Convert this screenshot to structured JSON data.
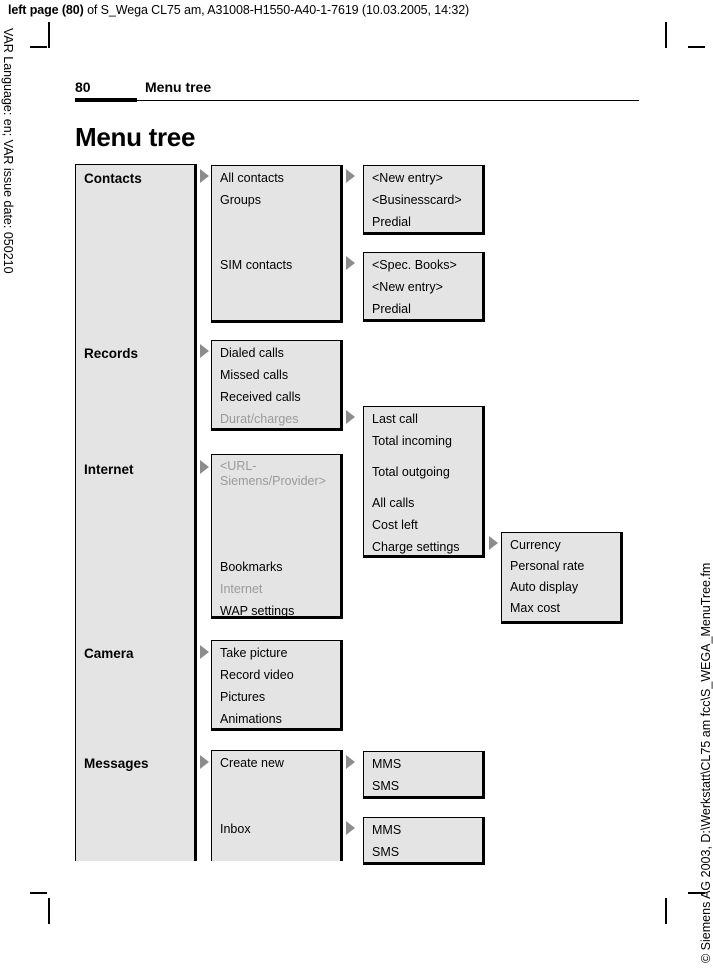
{
  "print_header": {
    "bold_part": "left page (80)",
    "rest": " of S_Wega CL75 am, A31008-H1550-A40-1-7619 (10.03.2005, 14:32)"
  },
  "side_text": {
    "left": "VAR Language: en; VAR issue date: 050210",
    "right": "© Siemens AG 2003, D:\\Werkstatt\\CL75 am fcc\\S_WEGA_MenuTree.fm"
  },
  "running_head": {
    "page_number": "80",
    "chapter": "Menu tree"
  },
  "title": "Menu tree",
  "icons": {
    "submenu_arrow": "triangle-right-icon"
  },
  "menu": {
    "level1": [
      {
        "label": "Contacts"
      },
      {
        "label": "Records"
      },
      {
        "label": "Internet"
      },
      {
        "label": "Camera"
      },
      {
        "label": "Messages"
      }
    ],
    "contacts": {
      "level2": [
        {
          "label": "All contacts",
          "dim": false
        },
        {
          "label": "Groups",
          "dim": false
        },
        {
          "label": "SIM contacts",
          "dim": false
        }
      ],
      "level3_a": [
        "<New entry>",
        "<Businesscard>",
        "Predial"
      ],
      "level3_b": [
        "<Spec. Books>",
        "<New entry>",
        "Predial"
      ]
    },
    "records": {
      "level2": [
        {
          "label": "Dialed calls",
          "dim": false
        },
        {
          "label": "Missed calls",
          "dim": false
        },
        {
          "label": "Received calls",
          "dim": false
        },
        {
          "label": "Durat/charges",
          "dim": true
        }
      ],
      "level3": [
        {
          "label": "Last call",
          "dim": false
        },
        {
          "label": "Total incoming",
          "dim": false
        },
        {
          "label": "Total outgoing",
          "dim": false
        },
        {
          "label": "All calls",
          "dim": false
        },
        {
          "label": "Cost left",
          "dim": false
        },
        {
          "label": "Charge settings",
          "dim": false
        }
      ],
      "level4": [
        "Currency",
        "Personal rate",
        "Auto display",
        "Max cost"
      ]
    },
    "internet": {
      "level2": [
        {
          "label": "<URL-Siemens/Provider>",
          "dim": true
        },
        {
          "label": "Bookmarks",
          "dim": false
        },
        {
          "label": "Internet",
          "dim": true
        },
        {
          "label": "WAP settings",
          "dim": false
        }
      ]
    },
    "camera": {
      "level2": [
        "Take picture",
        "Record video",
        "Pictures",
        "Animations"
      ]
    },
    "messages": {
      "level2": [
        {
          "label": "Create new"
        },
        {
          "label": "Inbox"
        }
      ],
      "level3_a": [
        "MMS",
        "SMS"
      ],
      "level3_b": [
        "MMS",
        "SMS"
      ]
    }
  },
  "colors": {
    "box_fill": "#e4e4e4",
    "box_border": "#000000",
    "arrow": "#8c8c8c",
    "dim_text": "#9a9a9a"
  }
}
